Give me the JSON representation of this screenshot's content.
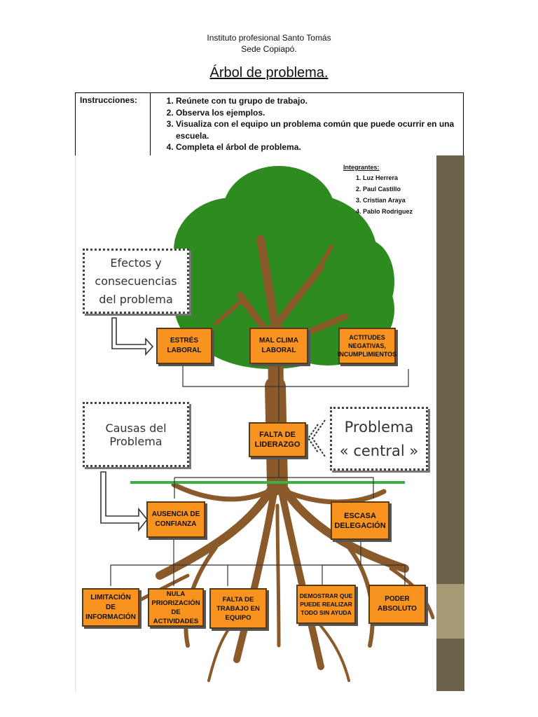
{
  "header": {
    "institution": "Instituto profesional Santo Tomás",
    "campus": "Sede Copiapó.",
    "title": "Árbol de problema."
  },
  "instructions": {
    "label": "Instrucciones:",
    "steps": [
      "Reúnete con tu grupo de trabajo.",
      "Observa los ejemplos.",
      "Visualiza con el equipo un problema común que puede ocurrir en una escuela.",
      "Completa el árbol de problema."
    ]
  },
  "members": {
    "heading": "Integrantes:",
    "names": [
      "Luz Herrera",
      "Paul Castillo",
      "Cristian Araya",
      "Pablo Rodriguez"
    ]
  },
  "tree": {
    "effects_label": "Efectos y consecuencias del problema",
    "causes_label": "Causas del Problema",
    "central_label": "Problema « central »",
    "effects": [
      "ESTRÉS LABORAL",
      "MAL CLIMA LABORAL",
      "ACTITUDES NEGATIVAS, INCUMPLIMIENTOS"
    ],
    "central_problem": "FALTA DE LIDERAZGO",
    "primary_causes": [
      "AUSENCIA DE CONFIANZA",
      "ESCASA DELEGACIÓN"
    ],
    "secondary_causes": [
      "LIMITACIÓN DE INFORMACIÓN",
      "NULA PRIORIZACIÓN DE ACTIVIDADES",
      "FALTA DE TRABAJO EN EQUIPO",
      "DEMOSTRAR QUE PUEDE REALIZAR TODO SIN AYUDA",
      "PODER ABSOLUTO"
    ]
  },
  "colors": {
    "box_fill": "#f7931e",
    "foliage": "#2e8b20",
    "trunk": "#8b5a2b",
    "ground_line": "#3cb043",
    "side_strip": "#6b6249"
  }
}
